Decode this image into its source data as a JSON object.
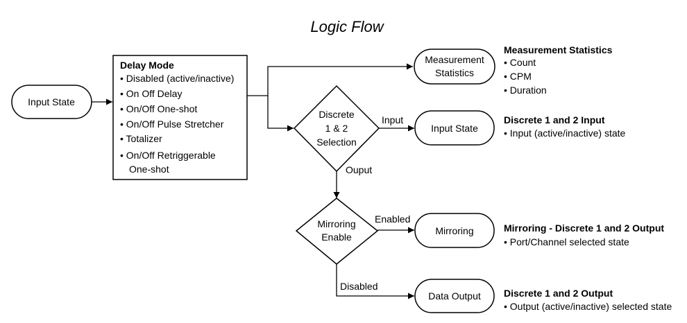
{
  "title": "Logic Flow",
  "nodes": {
    "input_state_left": "Input State",
    "delay_mode": {
      "heading": "Delay Mode",
      "items": [
        "• Disabled (active/inactive)",
        "• On Off Delay",
        "• On/Off One-shot",
        "• On/Off Pulse Stretcher",
        "• Totalizer",
        "• On/Off Retriggerable",
        "One-shot"
      ]
    },
    "measurement_statistics": [
      "Measurement",
      "Statistics"
    ],
    "discrete_selection": [
      "Discrete",
      "1 & 2",
      "Selection"
    ],
    "input_state_right": "Input State",
    "mirroring_enable": [
      "Mirroring",
      "Enable"
    ],
    "mirroring": "Mirroring",
    "data_output": "Data Output"
  },
  "edge_labels": {
    "input": "Input",
    "output": "Ouput",
    "enabled": "Enabled",
    "disabled": "Disabled"
  },
  "notes": {
    "measurement": {
      "heading": "Measurement Statistics",
      "items": [
        "• Count",
        "• CPM",
        "• Duration"
      ]
    },
    "discrete_input": {
      "heading": "Discrete 1 and 2 Input",
      "items": [
        "• Input (active/inactive) state"
      ]
    },
    "mirroring_output": {
      "heading": "Mirroring - Discrete 1 and 2 Output",
      "items": [
        "• Port/Channel selected state"
      ]
    },
    "discrete_output": {
      "heading": "Discrete 1 and 2 Output",
      "items": [
        "• Output (active/inactive) selected state"
      ]
    }
  }
}
